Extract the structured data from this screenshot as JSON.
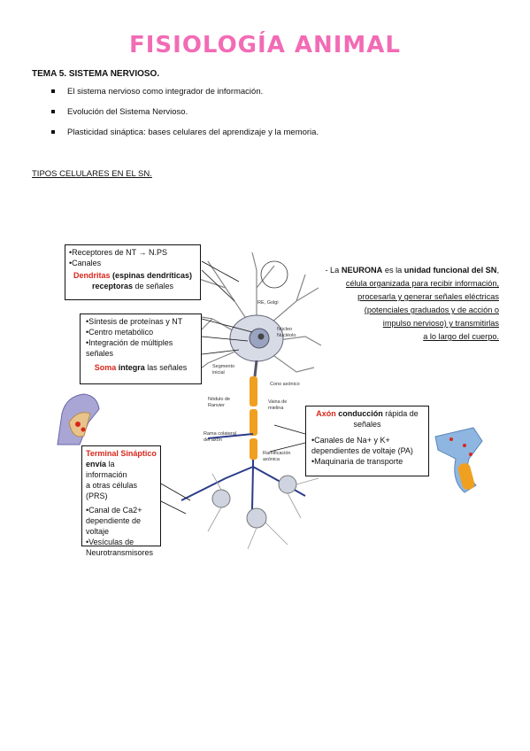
{
  "title": "FISIOLOGÍA ANIMAL",
  "tema": "TEMA 5. SISTEMA NERVIOSO.",
  "bullets": [
    "El sistema nervioso como integrador de información.",
    "Evolución del Sistema Nervioso.",
    "Plasticidad sináptica: bases celulares del aprendizaje y la memoria."
  ],
  "section": "TIPOS CELULARES EN EL SN.",
  "dendrites_box": {
    "line1": "•Receptores de NT → N.PS",
    "line2": "•Canales",
    "term": "Dendritas",
    "paren": " (espinas dendríticas)",
    "receptoras": "receptoras",
    "rest": " de señales"
  },
  "soma_box": {
    "line1": "•Síntesis de proteínas y NT",
    "line2": "•Centro metabólico",
    "line3": "•Integración de múltiples",
    "line4": "señales",
    "term": "Soma",
    "integra": " integra",
    "rest": " las señales"
  },
  "terminal_box": {
    "term": "Terminal Sináptico",
    "envia": "envía",
    "line2": " la información",
    "line3": "a otras células",
    "prs": "(PRS)",
    "line4": "•Canal de Ca2+",
    "line5": "dependiente de",
    "line6": "voltaje",
    "line7": "•Vesículas de",
    "line8": "Neurotransmisores"
  },
  "axon_box": {
    "term": "Axón",
    "conduccion": " conducción",
    "rest": " rápida de",
    "line2": "señales",
    "line3": "•Canales de Na+ y K+",
    "line4": "dependientes de voltaje (PA)",
    "line5": "•Maquinaria de transporte"
  },
  "neurona_text": {
    "pre": "- La ",
    "neurona": "NEURONA",
    "mid": " es la ",
    "unidad": "unidad funcional del SN",
    "comma": ",",
    "l2": "célula organizada para recibir información,",
    "l3": "procesarla y generar señales eléctricas",
    "l4": "(potenciales graduados y de acción o",
    "l5a": "impulso nervioso)",
    "l5b": " y transmitirlas",
    "l6": "a lo largo del cuerpo."
  },
  "diagram_labels": {
    "re": "RE, Golgi",
    "nucleo": "Núcleo",
    "nucleolo": "Nucléolo",
    "segmento": "Segmento",
    "inicial": "inicial",
    "cono": "Cono axónico",
    "nodulo": "Nódulo de",
    "ranvier": "Ranvier",
    "vaina": "Vaina de",
    "mielina": "mielina",
    "rama": "Rama colateral",
    "rama2": "del axón",
    "ramif": "Ramificación",
    "axonica": "axónica"
  },
  "colors": {
    "title": "#f26bb5",
    "accent_red": "#d9261c",
    "myelin": "#f0a020",
    "neuron_line": "#2b3c8a"
  }
}
